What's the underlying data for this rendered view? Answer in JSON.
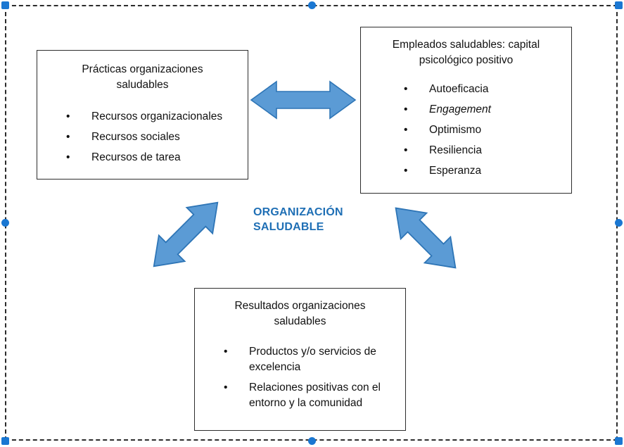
{
  "diagram": {
    "center_caption_line1": "ORGANIZACIÓN",
    "center_caption_line2": "SALUDABLE",
    "accent_color": "#5B9BD5",
    "accent_stroke_color": "#2E75B6",
    "caption_color": "#1F6FB5",
    "box_border_color": "#2D2D2D",
    "selection_handle_color": "#1A77D2"
  },
  "boxes": {
    "practicas": {
      "title_line1": "Prácticas organizaciones",
      "title_line2": "saludables",
      "bullets": [
        "Recursos organizacionales",
        "Recursos sociales",
        "Recursos de tarea"
      ]
    },
    "empleados": {
      "title_line1": "Empleados saludables: capital",
      "title_line2": "psicológico positivo",
      "bullets": [
        "Autoeficacia",
        "Engagement",
        "Optimismo",
        "Resiliencia",
        "Esperanza"
      ]
    },
    "resultados": {
      "title_line1": "Resultados organizaciones",
      "title_line2": "saludables",
      "bullets": [
        "Productos y/o servicios de excelencia",
        "Relaciones positivas con el entorno y la comunidad"
      ]
    }
  },
  "bullet_glyph": "•",
  "arrows": [
    {
      "name": "practicas-empleados",
      "direction": "bidirectional-horizontal"
    },
    {
      "name": "practicas-resultados",
      "direction": "bidirectional-diagonal-ne-sw"
    },
    {
      "name": "empleados-resultados",
      "direction": "bidirectional-diagonal-nw-se"
    }
  ]
}
